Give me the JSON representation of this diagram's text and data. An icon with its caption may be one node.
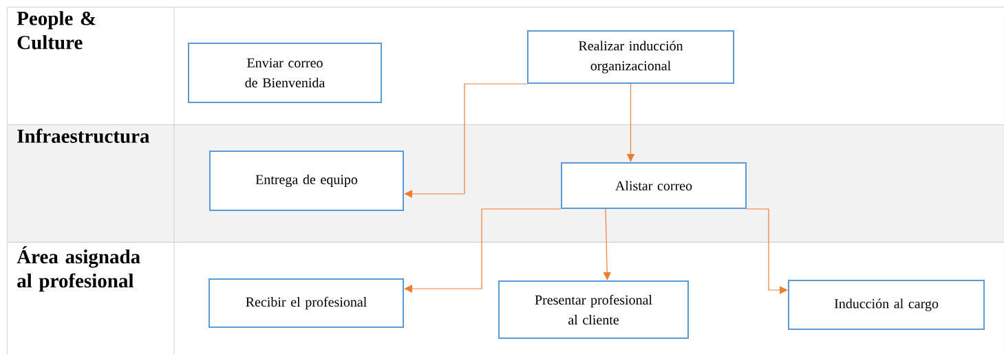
{
  "diagram": {
    "nodes": [
      {
        "text": [
          "People & Culture"
        ]
      },
      {
        "text": [
          "Enviar correo de Bienvenida"
        ],
        "in": 0
      },
      {
        "text": [
          "Realizar inducción organizacional"
        ],
        "in": 0
      },
      {
        "text": [
          "Infraestructura"
        ]
      },
      {
        "text": [
          "Entrega de equipo"
        ],
        "in": 3
      },
      {
        "text": [
          "Alistar correo"
        ],
        "in": 3
      },
      {
        "text": [
          "Área asignada al profesional"
        ]
      },
      {
        "text": [
          "Recibir el profesional"
        ],
        "in": 6
      },
      {
        "text": [
          "Presentar profesional al cliente"
        ],
        "in": 6
      },
      {
        "text": [
          "Inducción al cargo"
        ],
        "in": 6
      }
    ],
    "edges": [
      {
        "from": 2,
        "to": 4,
        "arrow": "to"
      },
      {
        "from": 2,
        "to": 5,
        "arrow": "to"
      },
      {
        "from": 5,
        "to": 7,
        "arrow": "to"
      },
      {
        "from": 5,
        "to": 8,
        "arrow": "to"
      },
      {
        "from": 5,
        "to": 9,
        "arrow": "to"
      }
    ]
  }
}
